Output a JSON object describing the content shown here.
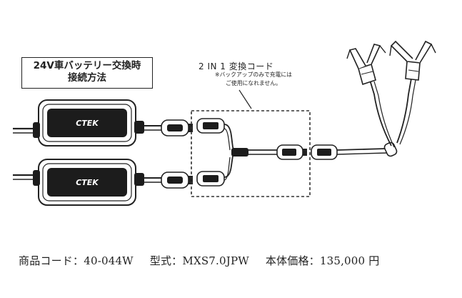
{
  "title_box": {
    "line1": "24V車バッテリー交換時",
    "line2": "接続方法"
  },
  "adapter": {
    "title": "2 IN 1 変換コード",
    "note_line1": "※バックアップのみで充電には",
    "note_line2": "ご使用になれません。"
  },
  "chargers": [
    {
      "brand": "CTEK"
    },
    {
      "brand": "CTEK"
    }
  ],
  "footer": {
    "product_code": "商品コード：40-044W",
    "model": "型式：MXS7.0JPW",
    "price": "本体価格：135,000 円"
  },
  "colors": {
    "device_body": "#1c1c1c",
    "device_face": "#2e2e2e",
    "line": "#222222",
    "dashed_box": "#333333"
  }
}
